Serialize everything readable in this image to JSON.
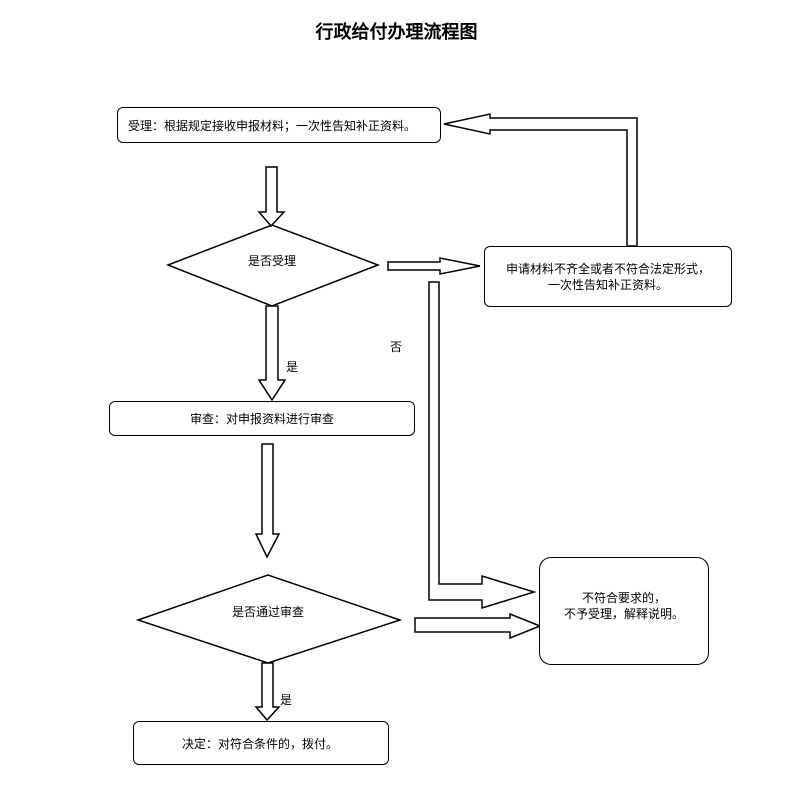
{
  "title": "行政给付办理流程图",
  "nodes": {
    "accept": "受理：根据规定接收申报材料；一次性告知补正资料。",
    "decision_accept": "是否受理",
    "incomplete_line1": "申请材料不齐全或者不符合法定形式，",
    "incomplete_line2": "一次性告知补正资料。",
    "review": "审查：对申报资料进行审查",
    "decision_review": "是否通过审查",
    "reject_line1": "不符合要求的，",
    "reject_line2": "不予受理，解释说明。",
    "decide": "决定：对符合条件的，拨付。"
  },
  "labels": {
    "yes_1": "是",
    "no": "否",
    "yes_2": "是"
  }
}
